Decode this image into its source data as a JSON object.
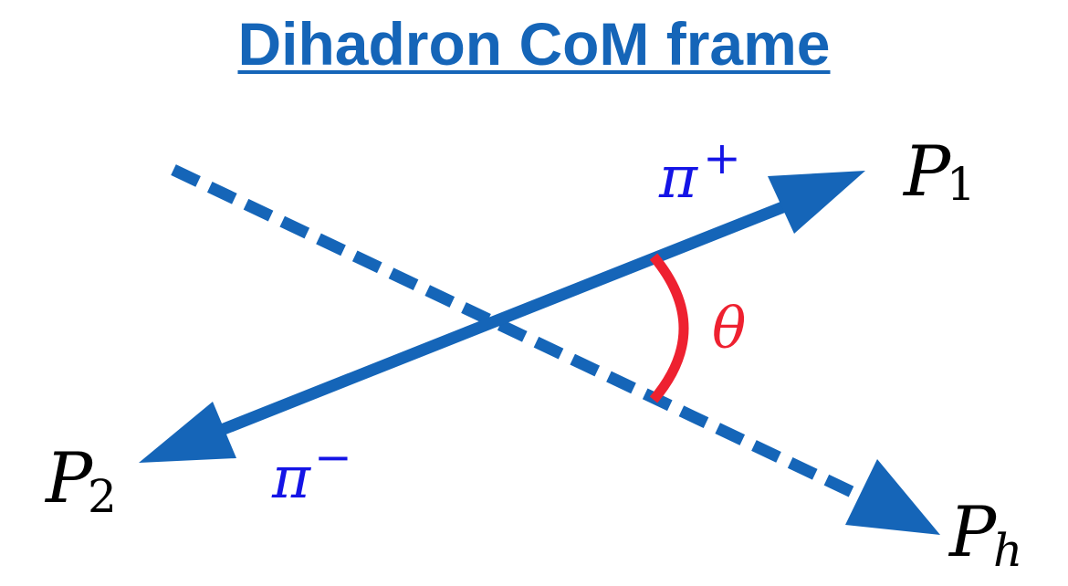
{
  "title": "Dihadron CoM frame",
  "labels": {
    "p1": {
      "main": "P",
      "sub": "1"
    },
    "p2": {
      "main": "P",
      "sub": "2"
    },
    "ph": {
      "main": "P",
      "sub": "h"
    },
    "pi_plus": {
      "main": "π",
      "sup": "+"
    },
    "pi_minus": {
      "main": "π",
      "sup": "−"
    },
    "theta": "θ"
  },
  "colors": {
    "title": "#1565b8",
    "arrow": "#1565b8",
    "angle_arc": "#ee2130",
    "pion_label": "#1414e6",
    "momentum_label": "#000000"
  }
}
